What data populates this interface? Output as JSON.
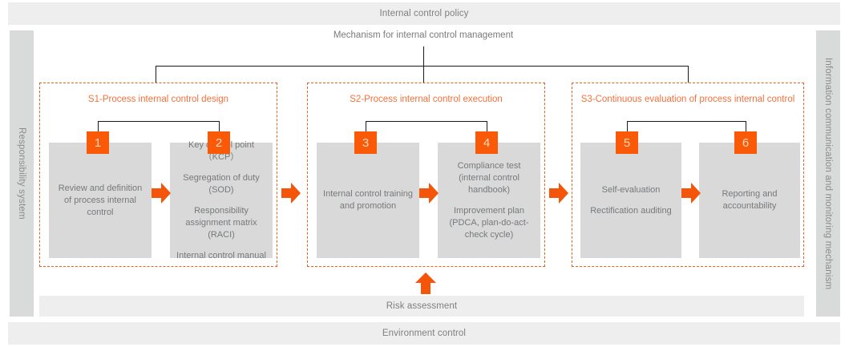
{
  "bands": {
    "top": "Internal control policy",
    "risk": "Risk assessment",
    "environment": "Environment control"
  },
  "side_panels": {
    "left": "Responsibility system",
    "right": "Information communication and monitoring mechanism"
  },
  "mechanism_label": "Mechanism for internal control management",
  "colors": {
    "accent_orange": "#fa5a07",
    "title_orange": "#f4703a",
    "band_grey": "#eeeeee",
    "box_grey": "#d9d9d9",
    "panel_grey": "#d9dbdb",
    "text_grey": "#76797c",
    "connector_black": "#1a1a1a"
  },
  "stages": [
    {
      "id": "s1",
      "title": "S1-Process internal control design",
      "steps": [
        {
          "number": "1",
          "lines": [
            "Review and definition of process internal control"
          ]
        },
        {
          "number": "2",
          "lines": [
            "Key control point（KCP）",
            "Segregation of duty (SOD)",
            "Responsibility assignment matrix (RACI)",
            "Internal control manual"
          ]
        }
      ]
    },
    {
      "id": "s2",
      "title": "S2-Process internal control execution",
      "steps": [
        {
          "number": "3",
          "lines": [
            "Internal control training and promotion"
          ]
        },
        {
          "number": "4",
          "lines": [
            "Compliance test (internal control handbook)",
            "Improvement plan (PDCA, plan-do-act-check cycle)"
          ]
        }
      ]
    },
    {
      "id": "s3",
      "title": "S3-Continuous evaluation of process internal control",
      "steps": [
        {
          "number": "5",
          "lines": [
            "Self-evaluation",
            "Rectification auditing"
          ]
        },
        {
          "number": "6",
          "lines": [
            "Reporting and accountability"
          ]
        }
      ]
    }
  ]
}
